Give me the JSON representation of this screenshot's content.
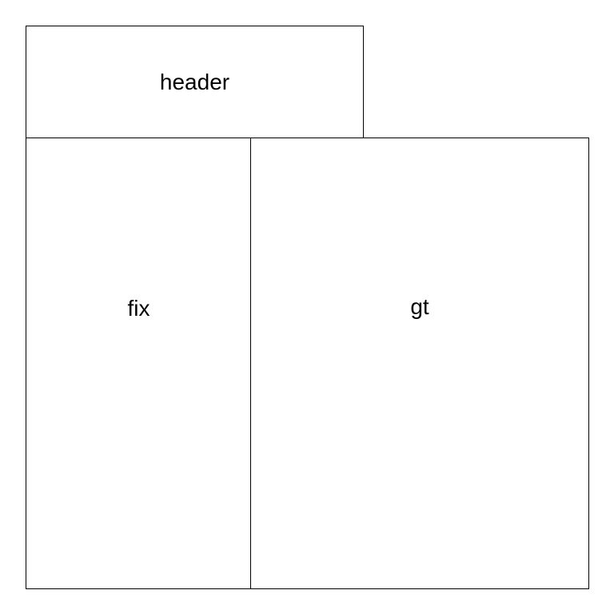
{
  "diagram": {
    "boxes": {
      "header": {
        "label": "header"
      },
      "fix": {
        "label": "fix"
      },
      "gt": {
        "label": "gt"
      }
    }
  }
}
